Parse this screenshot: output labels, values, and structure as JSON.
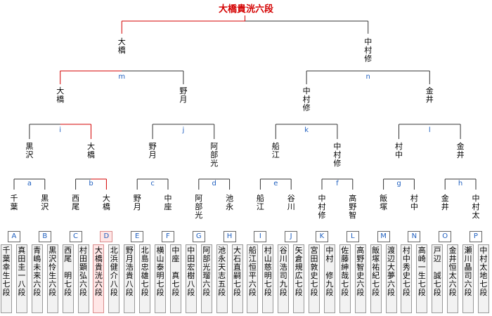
{
  "title": "大橋貴洸六段",
  "colors": {
    "win_line": "#d40000",
    "line": "#333333",
    "letter": "#1f5fbf"
  },
  "players": [
    {
      "id": "A",
      "name": "千葉幸生七段"
    },
    {
      "id": "B",
      "name": "真田圭一八段"
    },
    {
      "id": "C",
      "name": "青嶋未来六段"
    },
    {
      "id": "D",
      "name": "黒沢怜生六段"
    },
    {
      "id": "E",
      "name": "西尾　明七段"
    },
    {
      "id": "F",
      "name": "村田顕弘六段"
    },
    {
      "id": "G",
      "name": "大橋貴洸六段"
    },
    {
      "id": "H",
      "name": "北浜健介八段"
    },
    {
      "id": "I",
      "name": "野月浩貴八段"
    },
    {
      "id": "J",
      "name": "北島忠雄七段"
    },
    {
      "id": "K",
      "name": "横山泰明七段"
    },
    {
      "id": "L",
      "name": "中座　真七段"
    },
    {
      "id": "M",
      "name": "中田宏樹八段"
    },
    {
      "id": "N",
      "name": "阿部光瑠六段"
    },
    {
      "id": "O",
      "name": "池永天志五段"
    },
    {
      "id": "P",
      "name": "大石直嗣七段"
    },
    {
      "id": "Q",
      "name": "船江恒平六段"
    },
    {
      "id": "R",
      "name": "村山慈明七段"
    },
    {
      "id": "S",
      "name": "谷川浩司九段"
    },
    {
      "id": "T",
      "name": "矢倉規広七段"
    },
    {
      "id": "U",
      "name": "宮田敦史七段"
    },
    {
      "id": "V",
      "name": "中村　修九段"
    },
    {
      "id": "W",
      "name": "佐藤紳哉七段"
    },
    {
      "id": "X",
      "name": "高野智史六段"
    },
    {
      "id": "Y",
      "name": "飯塚祐紀七段"
    },
    {
      "id": "Z",
      "name": "渡辺大夢六段"
    },
    {
      "id": "AA",
      "name": "村中秀史七段"
    },
    {
      "id": "AB",
      "name": "高崎一生七段"
    },
    {
      "id": "AC",
      "name": "戸辺　誠七段"
    },
    {
      "id": "AD",
      "name": "金井恒太六段"
    },
    {
      "id": "AE",
      "name": "瀬川晶司六段"
    },
    {
      "id": "AF",
      "name": "中村太地七段"
    }
  ],
  "box_labels": [
    "A",
    "",
    "B",
    "",
    "C",
    "",
    "D",
    "",
    "E",
    "",
    "F",
    "",
    "G",
    "",
    "H",
    "",
    "I",
    "",
    "J",
    "",
    "K",
    "",
    "L",
    "",
    "M",
    "",
    "N",
    "",
    "O",
    "",
    "P",
    ""
  ],
  "r1": [
    {
      "letter": "a",
      "names": [
        "千葉",
        "黒沢"
      ]
    },
    {
      "letter": "b",
      "names": [
        "西尾",
        "大橋"
      ]
    },
    {
      "letter": "c",
      "names": [
        "野月",
        "中座"
      ]
    },
    {
      "letter": "d",
      "names": [
        "阿部光",
        "池永"
      ]
    },
    {
      "letter": "e",
      "names": [
        "船江",
        "谷川"
      ]
    },
    {
      "letter": "f",
      "names": [
        "中村修",
        "高野智"
      ]
    },
    {
      "letter": "g",
      "names": [
        "飯塚",
        "村中"
      ]
    },
    {
      "letter": "h",
      "names": [
        "金井",
        "中村太"
      ]
    }
  ],
  "r2": [
    {
      "letter": "i",
      "names": [
        "黒沢",
        "大橋"
      ]
    },
    {
      "letter": "j",
      "names": [
        "野月",
        "阿部光"
      ]
    },
    {
      "letter": "k",
      "names": [
        "船江",
        "中村修"
      ]
    },
    {
      "letter": "l",
      "names": [
        "村中",
        "金井"
      ]
    }
  ],
  "r3": [
    {
      "letter": "m",
      "names": [
        "大橋",
        "野月"
      ]
    },
    {
      "letter": "n",
      "names": [
        "中村修",
        "金井"
      ]
    }
  ],
  "final": {
    "names": [
      "大橋",
      "中村修"
    ]
  }
}
